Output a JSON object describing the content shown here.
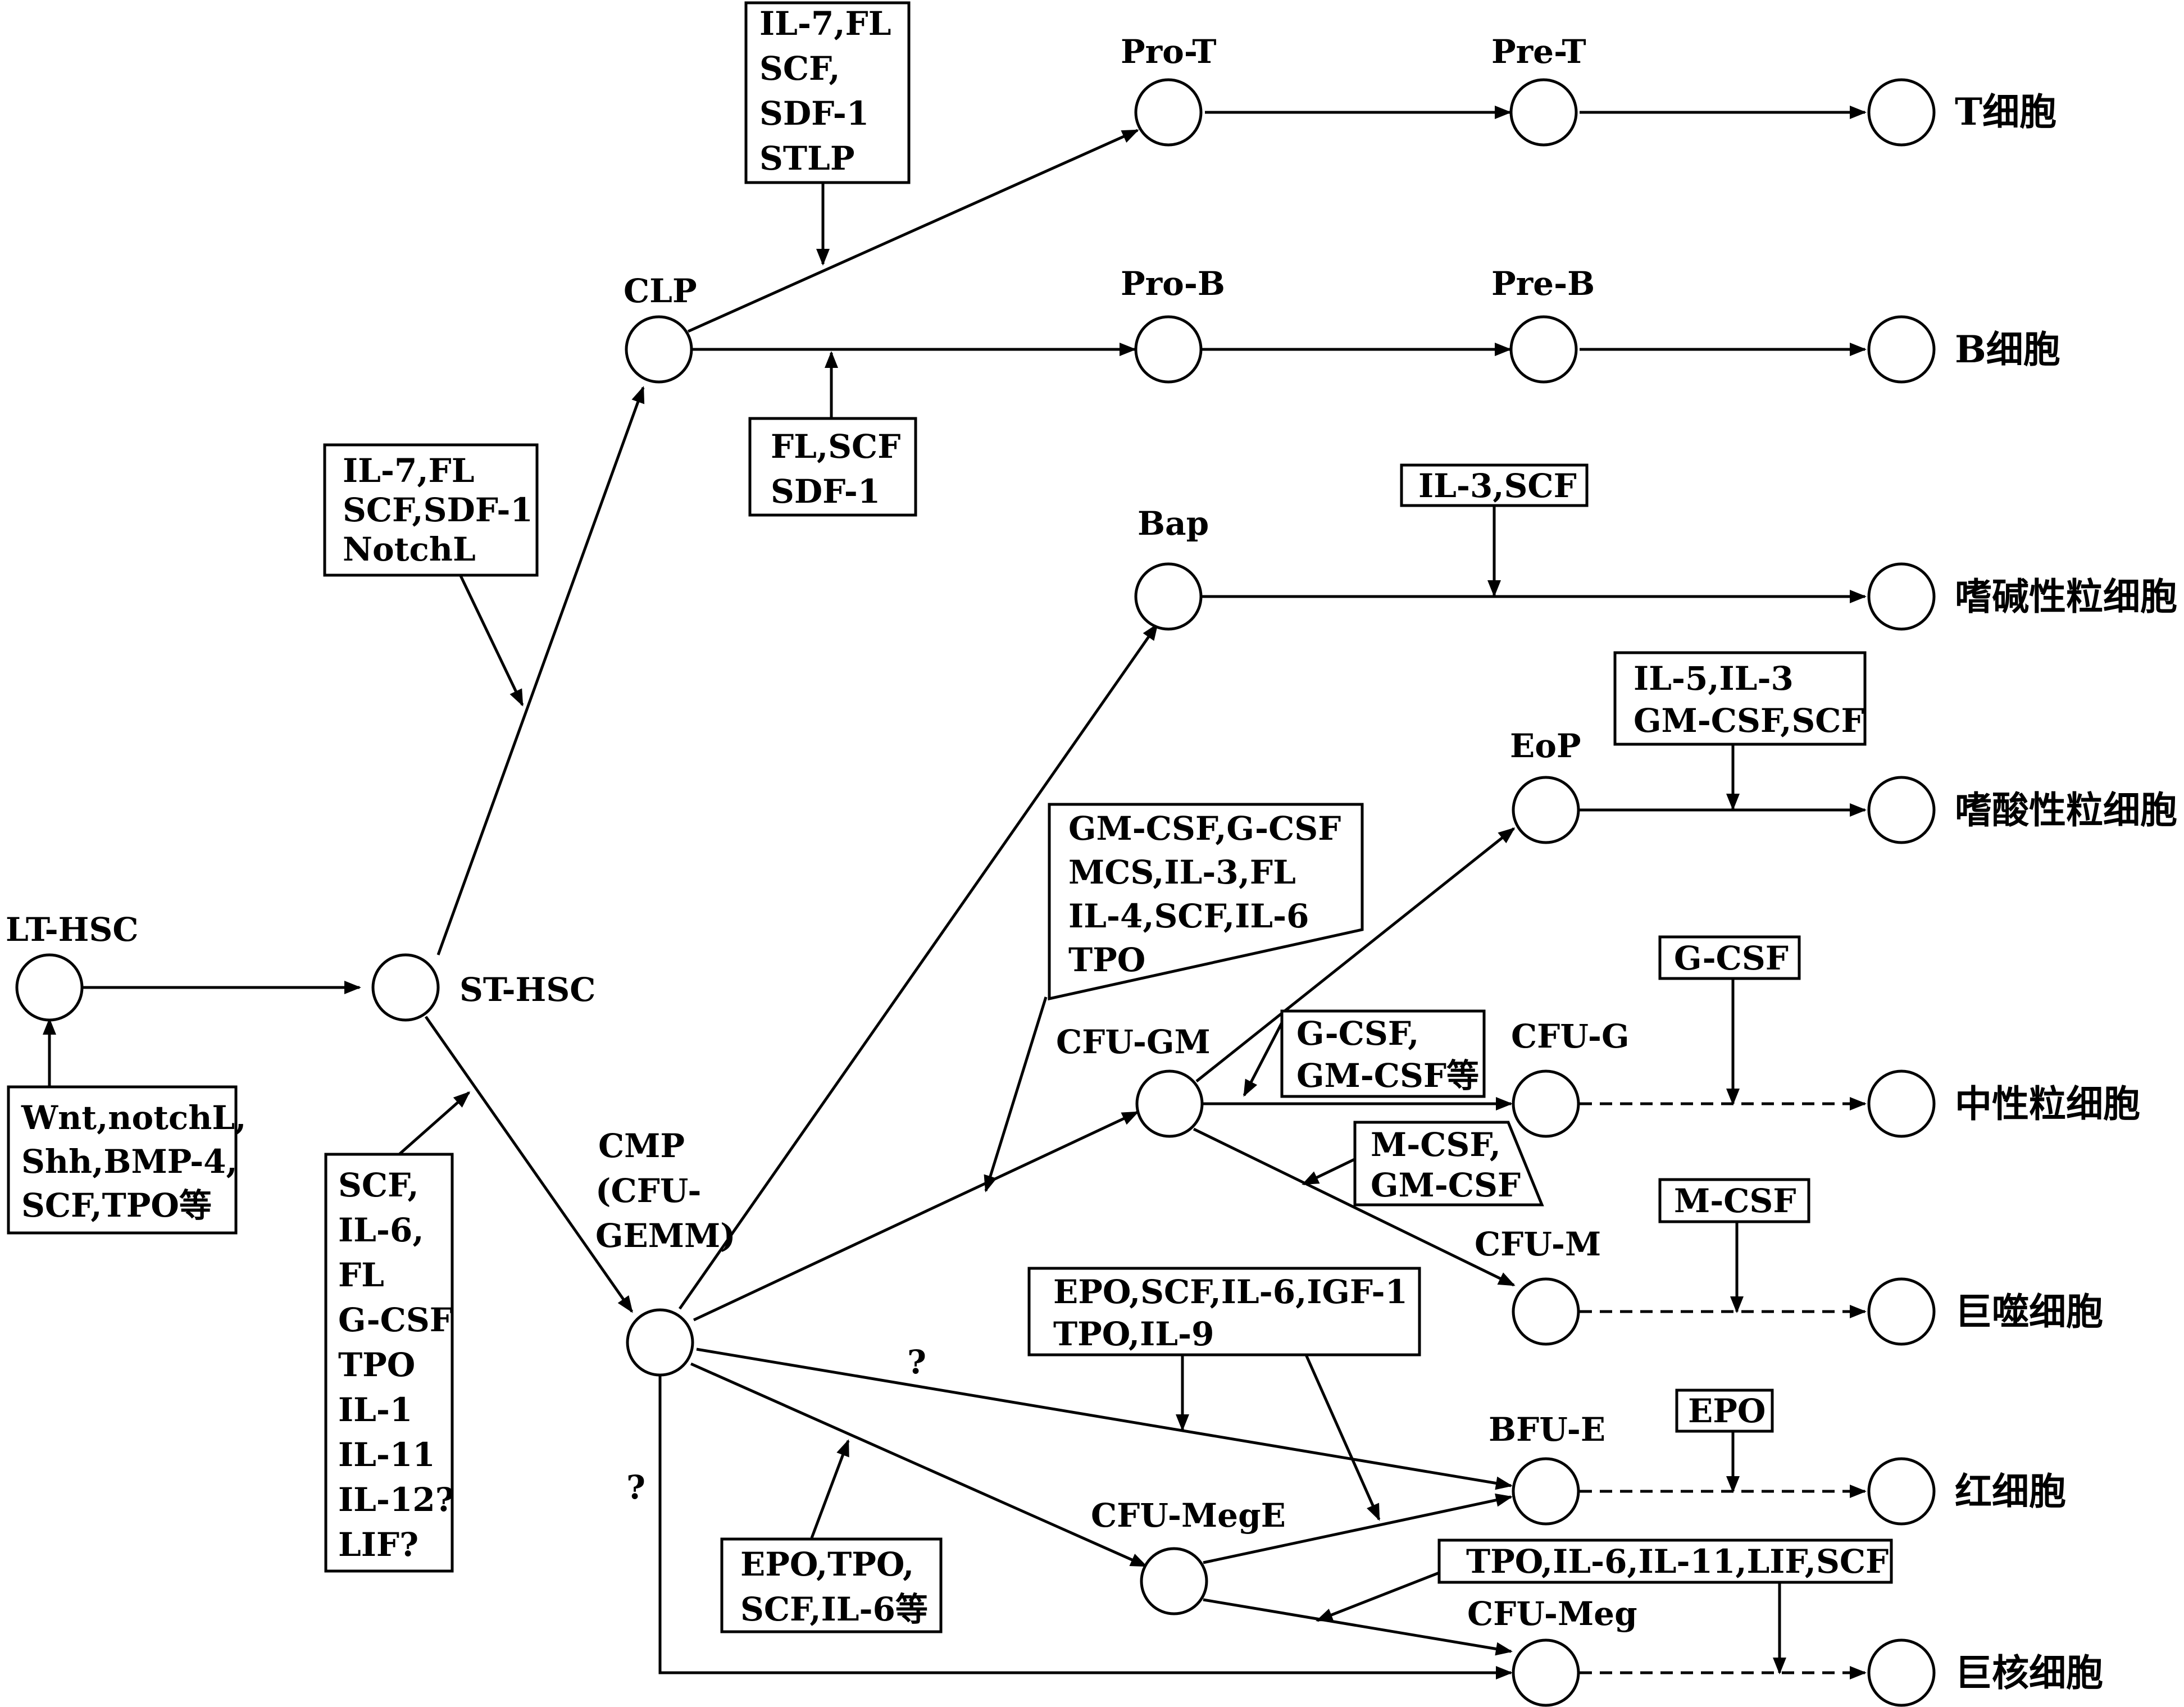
{
  "nodes": {
    "lt_hsc": "LT-HSC",
    "st_hsc": "ST-HSC",
    "clp": "CLP",
    "cmp": [
      "CMP",
      "(CFU-",
      "GEMM)"
    ],
    "pro_t": "Pro-T",
    "pre_t": "Pre-T",
    "pro_b": "Pro-B",
    "pre_b": "Pre-B",
    "bap": "Bap",
    "eop": "EoP",
    "cfu_gm": "CFU-GM",
    "cfu_g": "CFU-G",
    "cfu_m": "CFU-M",
    "bfu_e": "BFU-E",
    "cfu_mege": "CFU-MegE",
    "cfu_meg": "CFU-Meg"
  },
  "final_cells": {
    "t_cell": "T细胞",
    "b_cell": "B细胞",
    "basophil": "嗜碱性粒细胞",
    "eosinophil": "嗜酸性粒细胞",
    "neutrophil": "中性粒细胞",
    "macrophage": "巨噬细胞",
    "erythrocyte": "红细胞",
    "megakaryocyte": "巨核细胞"
  },
  "factor_boxes": {
    "lt_hsc": [
      "Wnt,notchL,",
      "Shh,BMP-4,",
      "SCF,TPO等"
    ],
    "clp_entry": [
      "IL-7,FL",
      "SCF,SDF-1",
      "NotchL"
    ],
    "cmp_entry": [
      "SCF,",
      "IL-6,",
      "FL",
      "G-CSF",
      "TPO",
      "IL-1",
      "IL-11",
      "IL-12?",
      "LIF?"
    ],
    "t_lineage": [
      "IL-7,FL",
      "SCF,",
      "SDF-1",
      "STLP"
    ],
    "b_lineage": [
      "FL,SCF",
      "SDF-1"
    ],
    "basophil": [
      "IL-3,SCF"
    ],
    "eosinophil": [
      "IL-5,IL-3",
      "GM-CSF,SCF"
    ],
    "cfu_gm": [
      "GM-CSF,G-CSF",
      "MCS,IL-3,FL",
      "IL-4,SCF,IL-6",
      "TPO"
    ],
    "cfu_g": [
      "G-CSF,",
      "GM-CSF等"
    ],
    "cfu_m": [
      "M-CSF,",
      "GM-CSF"
    ],
    "neutrophil": [
      "G-CSF"
    ],
    "macrophage": [
      "M-CSF"
    ],
    "erythroid": [
      "EPO,SCF,IL-6,IGF-1",
      "TPO,IL-9"
    ],
    "erythrocyte": [
      "EPO"
    ],
    "mege": [
      "EPO,TPO,",
      "SCF,IL-6等"
    ],
    "meg": [
      "TPO,IL-6,IL-11,LIF,SCF"
    ]
  },
  "question_marks": {
    "cmp_to_bfue": "?",
    "cmp_to_meg": "?"
  }
}
